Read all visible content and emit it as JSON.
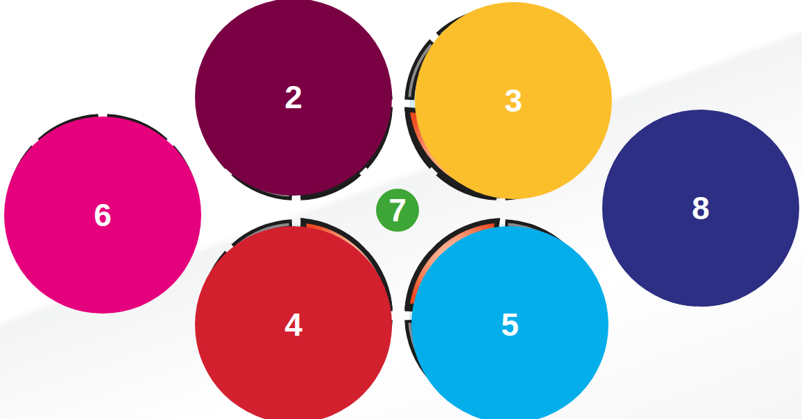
{
  "diagram": {
    "nodes": [
      {
        "text": [
          "2"
        ]
      },
      {
        "text": [
          "3"
        ]
      },
      {
        "text": [
          "6"
        ]
      },
      {
        "text": [
          "7"
        ]
      },
      {
        "text": [
          "8"
        ]
      },
      {
        "text": [
          "4"
        ]
      },
      {
        "text": [
          "5"
        ]
      }
    ]
  }
}
